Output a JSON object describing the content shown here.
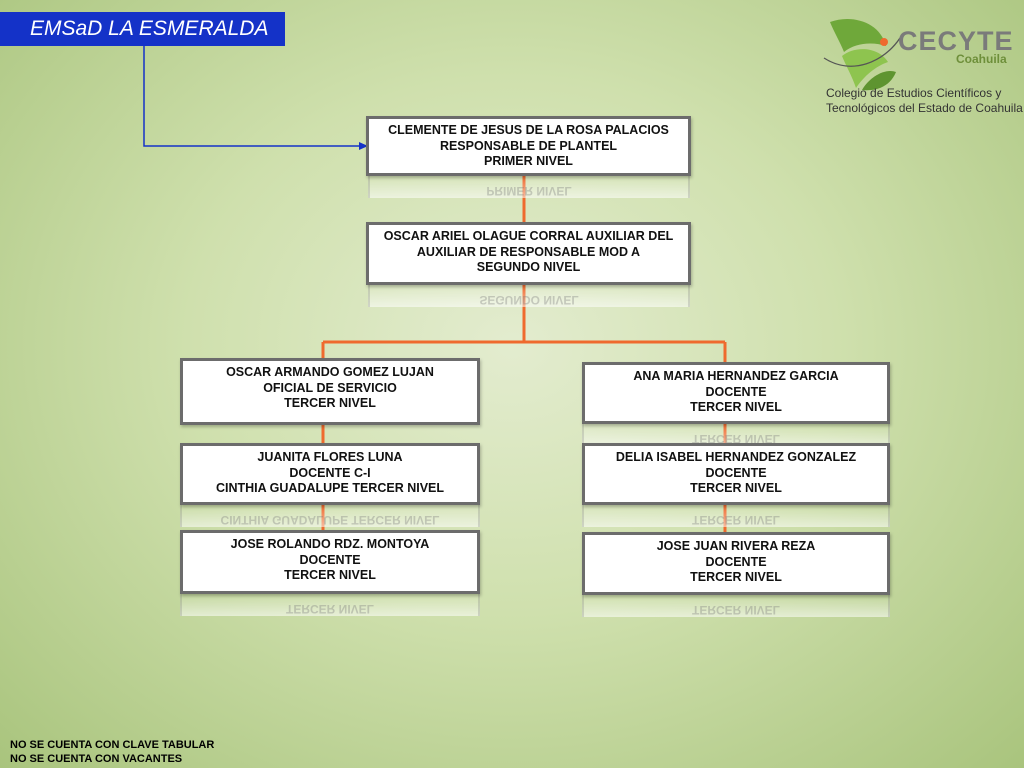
{
  "header": {
    "title": "EMSaD LA ESMERALDA"
  },
  "logo": {
    "name": "CECYTE",
    "region": "Coahuila",
    "line1": "Colegio de Estudios Científicos y",
    "line2": "Tecnológicos del Estado de Coahuila"
  },
  "nodes": {
    "n1": [
      "CLEMENTE DE JESUS DE LA ROSA PALACIOS",
      "RESPONSABLE DE PLANTEL",
      "PRIMER NIVEL"
    ],
    "n2": [
      "OSCAR ARIEL OLAGUE CORRAL AUXILIAR DEL",
      "AUXILIAR DE RESPONSABLE MOD A",
      "SEGUNDO NIVEL"
    ],
    "l1": [
      "OSCAR ARMANDO GOMEZ LUJAN",
      "OFICIAL DE SERVICIO",
      "TERCER NIVEL"
    ],
    "l2": [
      "JUANITA FLORES LUNA",
      "DOCENTE C-I",
      "CINTHIA GUADALUPE TERCER NIVEL"
    ],
    "l3": [
      "JOSE ROLANDO RDZ. MONTOYA",
      "DOCENTE",
      "TERCER NIVEL"
    ],
    "r1": [
      "ANA MARIA HERNANDEZ GARCIA",
      "DOCENTE",
      "TERCER NIVEL"
    ],
    "r2": [
      "DELIA ISABEL HERNANDEZ GONZALEZ",
      "DOCENTE",
      "TERCER NIVEL"
    ],
    "r3": [
      "JOSE JUAN RIVERA REZA",
      "DOCENTE",
      "TERCER NIVEL"
    ]
  },
  "footer": {
    "line1": "NO SE CUENTA CON CLAVE TABULAR",
    "line2": "NO SE CUENTA CON VACANTES"
  },
  "colors": {
    "title_bg": "#1432c8",
    "connector": "#ef6a2e",
    "pointer": "#1432c8"
  }
}
